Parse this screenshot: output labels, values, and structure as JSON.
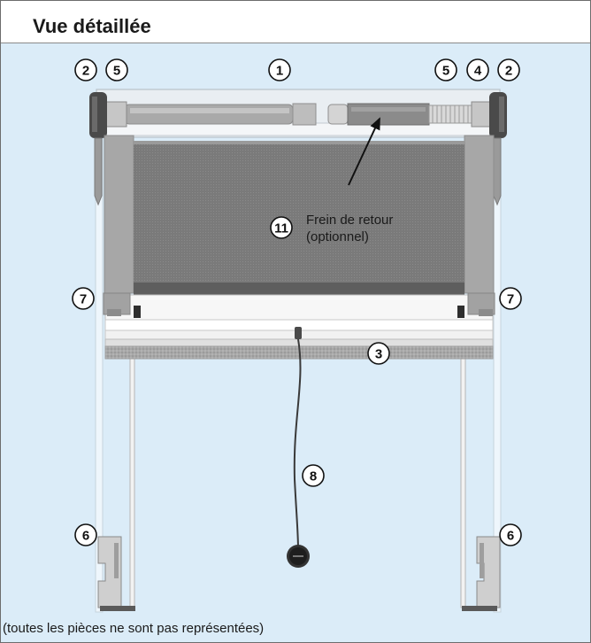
{
  "title": "Vue détaillée",
  "caption": "(toutes les pièces ne sont pas représentées)",
  "annotation_11": {
    "line1": "Frein de retour",
    "line2": "(optionnel)"
  },
  "callouts": {
    "c1": "1",
    "c2_left": "2",
    "c5_left": "5",
    "c5_right": "5",
    "c4": "4",
    "c2_right": "2",
    "c11": "11",
    "c7_left": "7",
    "c7_right": "7",
    "c3": "3",
    "c8": "8",
    "c6_left": "6",
    "c6_right": "6"
  },
  "colors": {
    "background": "#dbecf8",
    "fabric": "#7d7d7d",
    "frame": "#a5a5a5",
    "endcap": "#4a4a4a"
  }
}
